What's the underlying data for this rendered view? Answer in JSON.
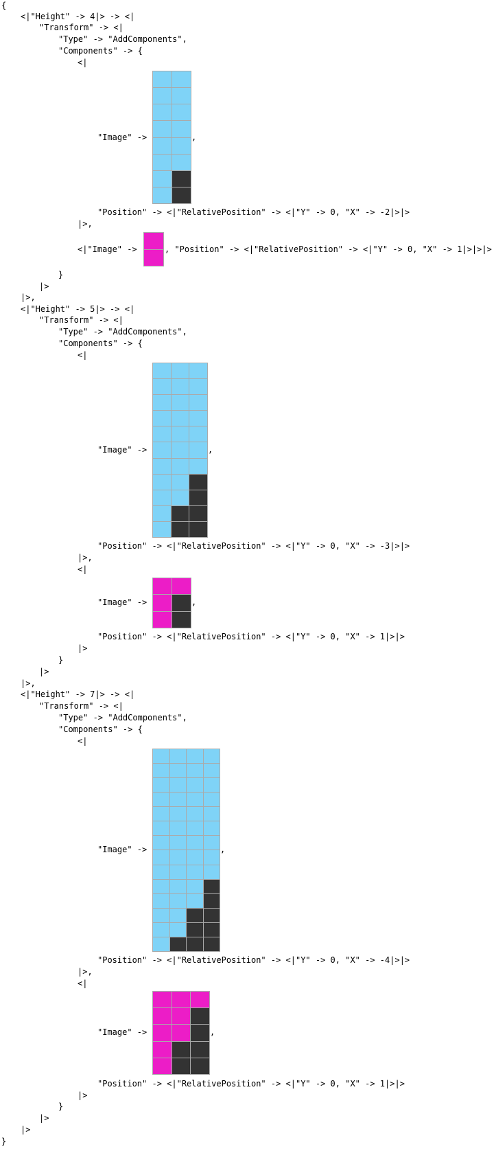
{
  "lines": {
    "l0": "{",
    "l1": "<|\"Height\" -> 4|> -> <|",
    "l2": "\"Transform\" -> <|",
    "l3": "\"Type\" -> \"AddComponents\",",
    "l4": "\"Components\" -> {",
    "l5": "<|",
    "l6": "\"Image\" ->",
    "l6c": ",",
    "l7": "\"Position\" -> <|\"RelativePosition\" -> <|\"Y\" -> 0, \"X\" -> -2|>|>",
    "l8": "|>,",
    "l9a": "<|\"Image\" ->",
    "l9b": ", \"Position\" -> <|\"RelativePosition\" -> <|\"Y\" -> 0, \"X\" -> 1|>|>|>",
    "l10": "}",
    "l11": "|>",
    "l12": "|>,",
    "m1": "<|\"Height\" -> 5|> -> <|",
    "m2": "\"Transform\" -> <|",
    "m3": "\"Type\" -> \"AddComponents\",",
    "m4": "\"Components\" -> {",
    "m5": "<|",
    "m6": "\"Image\" ->",
    "m6c": ",",
    "m7": "\"Position\" -> <|\"RelativePosition\" -> <|\"Y\" -> 0, \"X\" -> -3|>|>",
    "m8": "|>,",
    "m9": "<|",
    "m10": "\"Image\" ->",
    "m10c": ",",
    "m11": "\"Position\" -> <|\"RelativePosition\" -> <|\"Y\" -> 0, \"X\" -> 1|>|>",
    "m12": "|>",
    "m13": "}",
    "m14": "|>",
    "m15": "|>,",
    "n1": "<|\"Height\" -> 7|> -> <|",
    "n2": "\"Transform\" -> <|",
    "n3": "\"Type\" -> \"AddComponents\",",
    "n4": "\"Components\" -> {",
    "n5": "<|",
    "n6": "\"Image\" ->",
    "n6c": ",",
    "n7": "\"Position\" -> <|\"RelativePosition\" -> <|\"Y\" -> 0, \"X\" -> -4|>|>",
    "n8": "|>,",
    "n9": "<|",
    "n10": "\"Image\" ->",
    "n10c": ",",
    "n11": "\"Position\" -> <|\"RelativePosition\" -> <|\"Y\" -> 0, \"X\" -> 1|>|>",
    "n12": "|>",
    "n13": "}",
    "n14": "|>",
    "n15": "|>",
    "n16": "}"
  },
  "colors": {
    "B": "#7fd3f7",
    "K": "#333333",
    "P": "#ec1dc7"
  },
  "images": {
    "img1": [
      "BB",
      "BB",
      "BB",
      "BB",
      "BB",
      "BB",
      "BK",
      "BK"
    ],
    "img2": [
      "P",
      "P"
    ],
    "img3": [
      "BBB",
      "BBB",
      "BBB",
      "BBB",
      "BBB",
      "BBB",
      "BBB",
      "BBK",
      "BBK",
      "BKK",
      "BKK"
    ],
    "img4": [
      "PP",
      "PK",
      "PK"
    ],
    "img5": [
      "BBBB",
      "BBBB",
      "BBBB",
      "BBBB",
      "BBBB",
      "BBBB",
      "BBBB",
      "BBBB",
      "BBBB",
      "BBBK",
      "BBBK",
      "BBKK",
      "BBKK",
      "BKKK"
    ],
    "img6": [
      "PPP",
      "PPK",
      "PPK",
      "PKK",
      "PKK"
    ]
  }
}
